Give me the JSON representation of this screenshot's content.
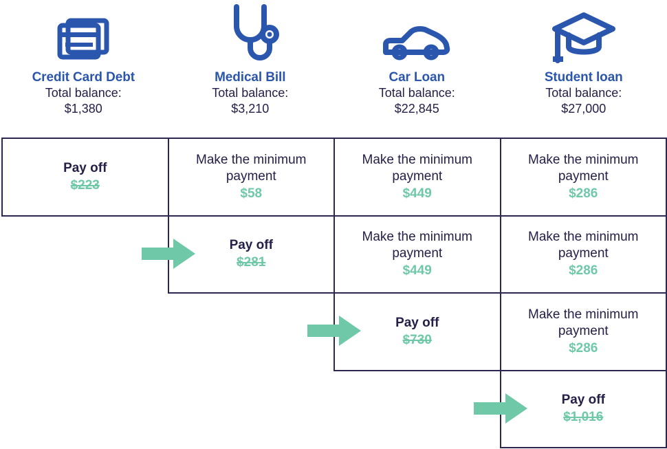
{
  "debts": [
    {
      "icon": "credit-card-icon",
      "name": "Credit Card Debt",
      "balance_label": "Total balance:",
      "balance_value": "$1,380"
    },
    {
      "icon": "stethoscope-icon",
      "name": "Medical Bill",
      "balance_label": "Total balance:",
      "balance_value": "$3,210"
    },
    {
      "icon": "car-icon",
      "name": "Car Loan",
      "balance_label": "Total balance:",
      "balance_value": "$22,845"
    },
    {
      "icon": "graduation-cap-icon",
      "name": "Student loan",
      "balance_label": "Total balance:",
      "balance_value": "$27,000"
    }
  ],
  "schedule": [
    {
      "row": 1,
      "cells": [
        {
          "col": 1,
          "action": "Pay off",
          "amount": "$223",
          "payoff": true,
          "struck": true
        },
        {
          "col": 2,
          "action": "Make the minimum\npayment",
          "amount": "$58",
          "payoff": false,
          "struck": false
        },
        {
          "col": 3,
          "action": "Make the minimum\npayment",
          "amount": "$449",
          "payoff": false,
          "struck": false
        },
        {
          "col": 4,
          "action": "Make the minimum\npayment",
          "amount": "$286",
          "payoff": false,
          "struck": false
        }
      ]
    },
    {
      "row": 2,
      "cells": [
        {
          "col": 2,
          "action": "Pay off",
          "amount": "$281",
          "payoff": true,
          "struck": true
        },
        {
          "col": 3,
          "action": "Make the minimum\npayment",
          "amount": "$449",
          "payoff": false,
          "struck": false
        },
        {
          "col": 4,
          "action": "Make the minimum\npayment",
          "amount": "$286",
          "payoff": false,
          "struck": false
        }
      ]
    },
    {
      "row": 3,
      "cells": [
        {
          "col": 3,
          "action": "Pay off",
          "amount": "$730",
          "payoff": true,
          "struck": true
        },
        {
          "col": 4,
          "action": "Make the minimum\npayment",
          "amount": "$286",
          "payoff": false,
          "struck": false
        }
      ]
    },
    {
      "row": 4,
      "cells": [
        {
          "col": 4,
          "action": "Pay off",
          "amount": "$1,016",
          "payoff": true,
          "struck": true
        }
      ]
    }
  ],
  "arrows": [
    {
      "name": "rollover-arrow-row-2",
      "target_row": 2,
      "target_col": 2
    },
    {
      "name": "rollover-arrow-row-3",
      "target_row": 3,
      "target_col": 3
    },
    {
      "name": "rollover-arrow-row-4",
      "target_row": 4,
      "target_col": 4
    }
  ],
  "colors": {
    "heading_blue": "#2B56AE",
    "body_navy": "#242048",
    "border_navy": "#2B2750",
    "accent_mint": "#6FC9A8",
    "background": "#FFFFFF"
  }
}
